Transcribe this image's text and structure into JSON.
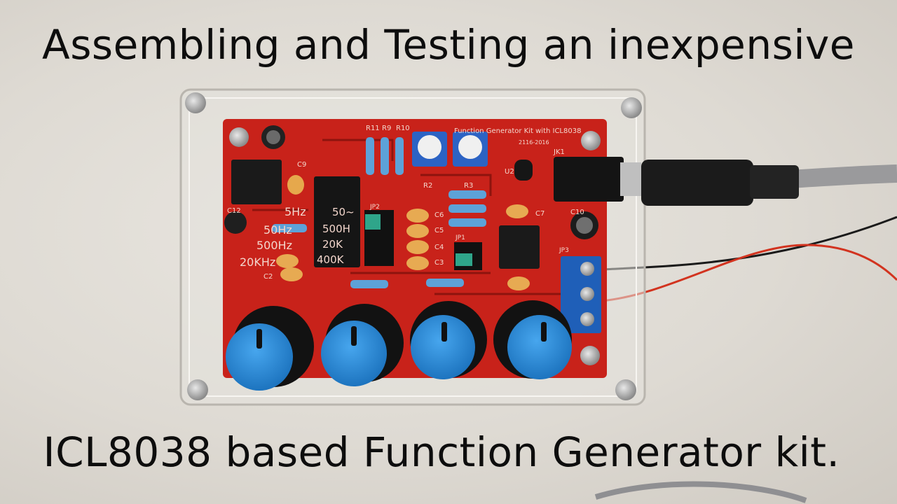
{
  "captions": {
    "top": "Assembling and Testing an inexpensive",
    "bottom": "ICL8038 based Function Generator kit."
  },
  "board": {
    "title_silk": "Function Generator Kit with ICL8038",
    "date_silk": "2116-2016",
    "resistor_labels": [
      "R11",
      "R9",
      "R10"
    ],
    "pot_labels": [
      "R2",
      "R3"
    ],
    "freq_ranges": [
      "5Hz",
      "50Hz",
      "500Hz",
      "20KHz"
    ],
    "jp2_ranges": [
      "50~",
      "500H",
      "20K",
      "400K"
    ],
    "part_labels": {
      "u2": "U2",
      "jk1": "JK1",
      "c9": "C9",
      "c12": "C12",
      "c7": "C7",
      "c10": "C10",
      "c6": "C6",
      "c5": "C5",
      "c4": "C4",
      "c3": "C3",
      "c2": "C2",
      "jp1": "JP1",
      "jp2": "JP2",
      "jp3": "JP3"
    }
  },
  "colors": {
    "pcb": "#c8221a",
    "knob": "#2f8fd8",
    "terminal": "#1f5fb8"
  }
}
